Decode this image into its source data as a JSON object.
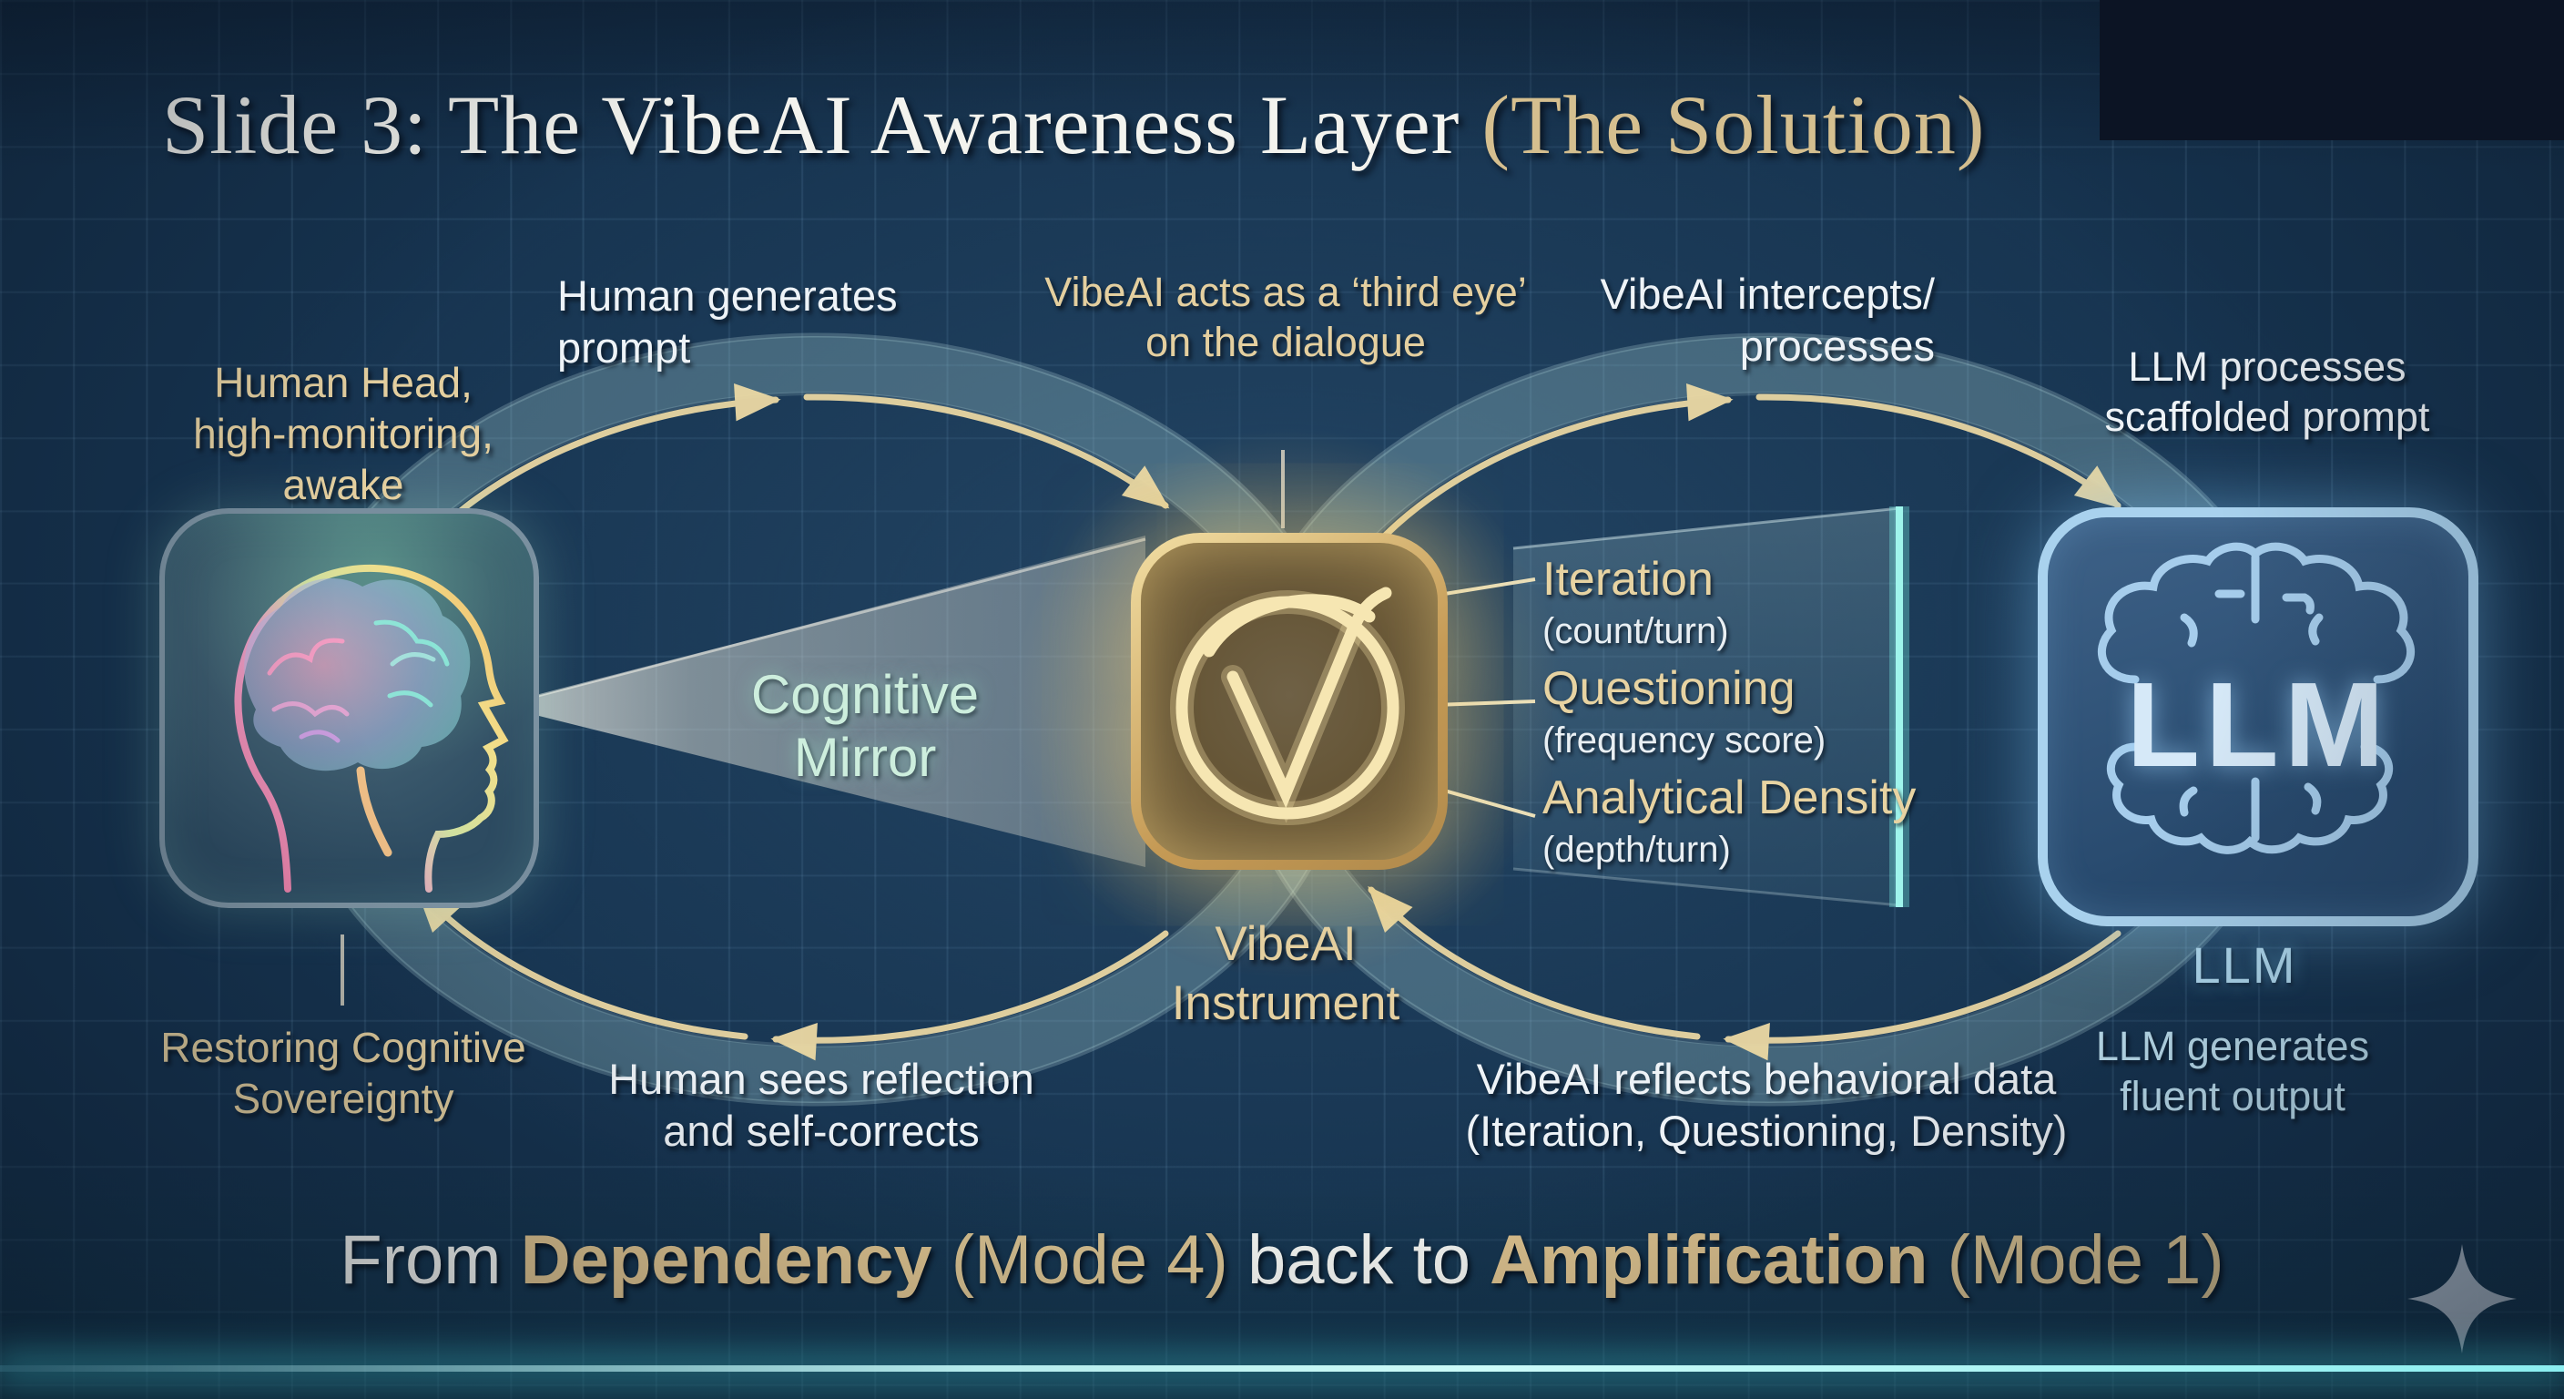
{
  "slide": {
    "title_main": "Slide 3: The VibeAI Awareness Layer ",
    "title_accent": "(The Solution)"
  },
  "nodes": {
    "human": {
      "caption": "Human Head,\nhigh-monitoring,\nawake",
      "sub_caption": "Restoring Cognitive\nSovereignty"
    },
    "vibeai": {
      "caption": "VibeAI\nInstrument",
      "logo": "V"
    },
    "llm": {
      "icon_text": "LLM",
      "caption": "LLM",
      "sub_caption": "LLM generates\nfluent output"
    }
  },
  "flow_labels": {
    "top_left": "Human generates\nprompt",
    "top_center": "VibeAI acts as a ‘third eye’\non the dialogue",
    "top_right": "VibeAI intercepts/\nprocesses",
    "right": "LLM processes\nscaffolded prompt",
    "bottom_left": "Human sees reflection\nand self-corrects",
    "bottom_right": "VibeAI reflects behavioral data\n(Iteration, Questioning, Density)"
  },
  "beam": {
    "label": "Cognitive\nMirror"
  },
  "metrics_panel": {
    "items": [
      {
        "name": "Iteration",
        "metric": "(count/turn)"
      },
      {
        "name": "Questioning",
        "metric": "(frequency score)"
      },
      {
        "name": "Analytical Density",
        "metric": "(depth/turn)"
      }
    ]
  },
  "banner": {
    "from": "From ",
    "dependency": "Dependency",
    "mode4": " (Mode 4) ",
    "back_to": "back to ",
    "amplification": "Amplification",
    "mode1": " (Mode 1)"
  },
  "colors": {
    "background_navy": "#16334f",
    "grid_line": "#8dbee1",
    "accent_gold": "#e4cf9f",
    "title_accent_gold": "#d5bf8f",
    "text_white": "#eef3f7",
    "text_light_blue": "#bfe2f2",
    "mirror_mint": "#cdeedd",
    "loop_band_teal": "#a8d4d8",
    "arrow_gold": "#e9d6a2",
    "panel_edge_cyan": "#9ff5ec",
    "llm_border_blue": "#a9d2ee",
    "bottom_glow_teal": "#8beef0"
  }
}
